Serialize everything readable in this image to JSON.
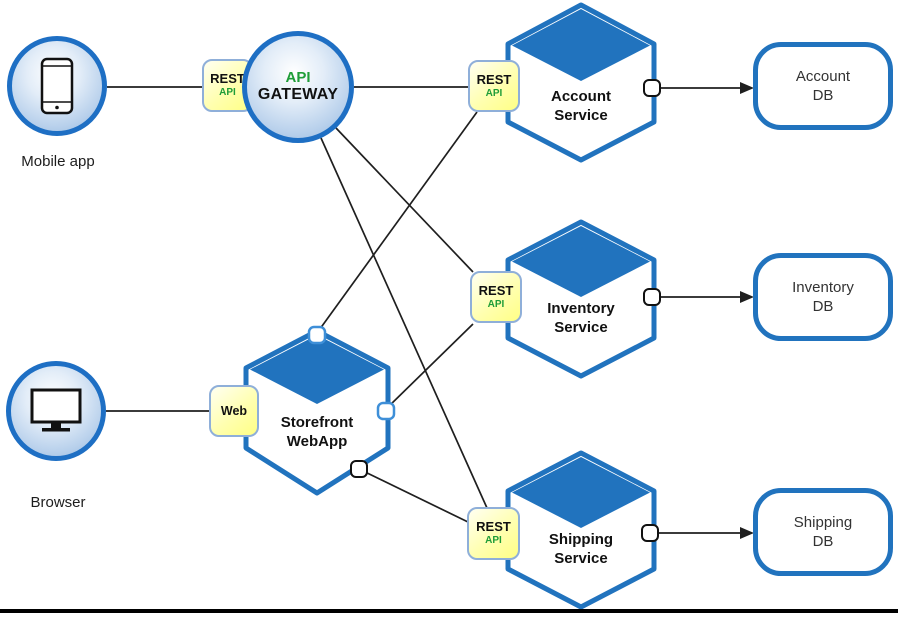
{
  "clients": [
    {
      "id": "mobile-app",
      "label": "Mobile app",
      "icon": "smartphone-icon"
    },
    {
      "id": "browser",
      "label": "Browser",
      "icon": "monitor-icon"
    }
  ],
  "gateway": {
    "id": "api-gateway",
    "line1": "API",
    "line2": "GATEWAY"
  },
  "badge": {
    "rest": "REST",
    "api": "API",
    "web": "Web"
  },
  "services": [
    {
      "id": "account-service",
      "line1": "Account",
      "line2": "Service"
    },
    {
      "id": "inventory-service",
      "line1": "Inventory",
      "line2": "Service"
    },
    {
      "id": "shipping-service",
      "line1": "Shipping",
      "line2": "Service"
    }
  ],
  "webapp": {
    "id": "storefront-webapp",
    "line1": "Storefront",
    "line2": "WebApp"
  },
  "databases": [
    {
      "id": "account-db",
      "line1": "Account",
      "line2": "DB"
    },
    {
      "id": "inventory-db",
      "line1": "Inventory",
      "line2": "DB"
    },
    {
      "id": "shipping-db",
      "line1": "Shipping",
      "line2": "DB"
    }
  ],
  "edges": [
    {
      "from": "mobile-app",
      "to": "api-gateway",
      "via": "REST API"
    },
    {
      "from": "browser",
      "to": "storefront-webapp",
      "via": "Web"
    },
    {
      "from": "api-gateway",
      "to": "account-service",
      "via": "REST API"
    },
    {
      "from": "api-gateway",
      "to": "inventory-service",
      "via": "REST API"
    },
    {
      "from": "api-gateway",
      "to": "shipping-service",
      "via": "REST API"
    },
    {
      "from": "storefront-webapp",
      "to": "account-service",
      "via": "REST API"
    },
    {
      "from": "storefront-webapp",
      "to": "inventory-service",
      "via": "REST API"
    },
    {
      "from": "storefront-webapp",
      "to": "shipping-service",
      "via": "REST API"
    },
    {
      "from": "account-service",
      "to": "account-db"
    },
    {
      "from": "inventory-service",
      "to": "inventory-db"
    },
    {
      "from": "shipping-service",
      "to": "shipping-db"
    }
  ],
  "colors": {
    "primary_blue": "#2173BE",
    "circle_border_blue": "#1E6FC4",
    "edge_black": "#1f1f1f",
    "badge_fill_yellow": "#FFFF99",
    "badge_border": "#8FAFD9",
    "api_green": "#1F9D38"
  }
}
